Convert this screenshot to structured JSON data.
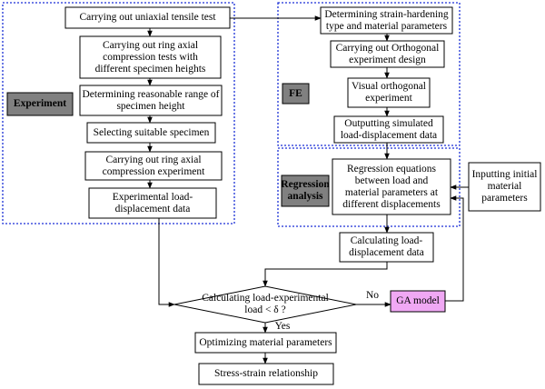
{
  "colors": {
    "region_border": "#1a2fd6",
    "tag_fill": "#808080",
    "ga_fill": "#f0a8f4",
    "line": "#000000"
  },
  "regions": {
    "experiment": {
      "label": "Experiment"
    },
    "fe": {
      "label": "FE"
    },
    "regression": {
      "label": "Regression\nanalysis"
    }
  },
  "nodes": {
    "uniaxial": "Carrying out uniaxial tensile test",
    "ring_tests": "Carrying out ring axial\ncompression tests with\ndifferent specimen heights",
    "height_range": "Determining reasonable range of\nspecimen height",
    "select_specimen": "Selecting suitable specimen",
    "ring_experiment": "Carrying out ring axial\ncompression experiment",
    "exp_data": "Experimental load-\ndisplacement data",
    "strain_hardening": "Determining strain-hardening\ntype and material parameters",
    "orthogonal_design": "Carrying out Orthogonal\nexperiment design",
    "visual_orthogonal": "Visual orthogonal\nexperiment",
    "simulated_data": "Outputting simulated\nload-displacement data",
    "regression_eq": "Regression equations\nbetween load and\nmaterial parameters at\ndifferent displacements",
    "initial_params": "Inputting initial\nmaterial\nparameters",
    "calc_data": "Calculating load-\ndisplacement data",
    "decision": "Calculating load-experimental\nload < δ ?",
    "ga_model": "GA model",
    "optimize": "Optimizing material parameters",
    "stress_strain": "Stress-strain relationship"
  },
  "edge_labels": {
    "no": "No",
    "yes": "Yes"
  }
}
